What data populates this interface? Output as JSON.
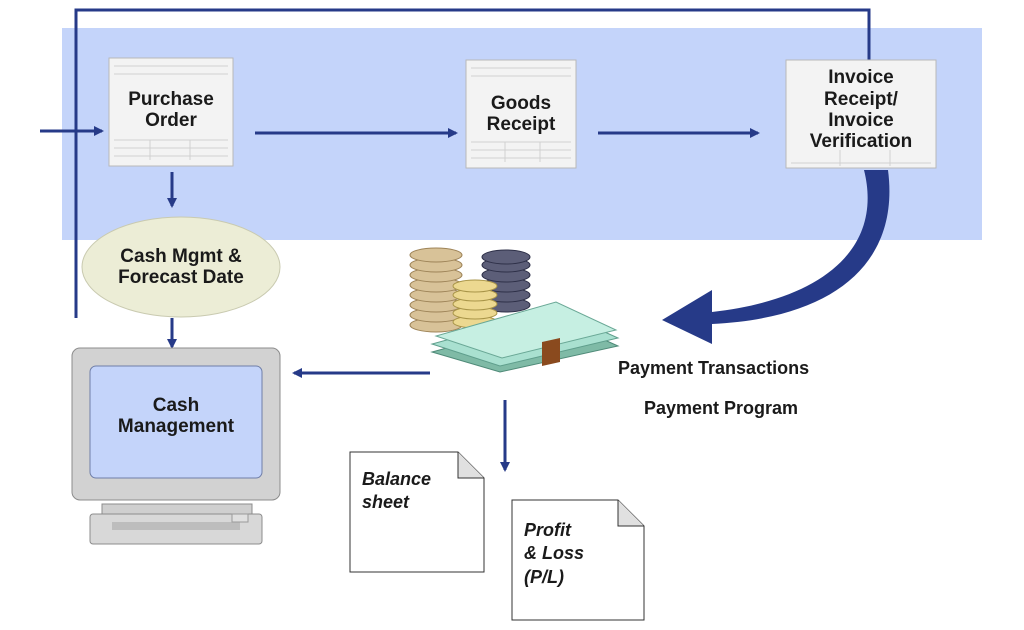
{
  "colors": {
    "band": "#c4d4fa",
    "arrow": "#263a88",
    "document_fill": "#f3f3f3",
    "bubble_fill": "#ecedd6",
    "screen_fill": "#c4d4fa",
    "monitor_fill": "#d2d2d2"
  },
  "nodes": {
    "purchase_order": "Purchase\nOrder",
    "goods_receipt": "Goods\nReceipt",
    "invoice": "Invoice\nReceipt/\nInvoice\nVerification",
    "cash_forecast": "Cash Mgmt &\nForecast Date",
    "cash_management": "Cash\nManagement",
    "balance_sheet": "Balance\nsheet",
    "profit_loss": "Profit\n& Loss\n(P/L)"
  },
  "labels": {
    "payment_transactions": "Payment Transactions",
    "payment_program": "Payment Program"
  },
  "icons": {
    "money": "money-stack-icon",
    "computer": "computer-monitor-icon",
    "document": "document-form-icon",
    "note": "folded-note-icon"
  }
}
